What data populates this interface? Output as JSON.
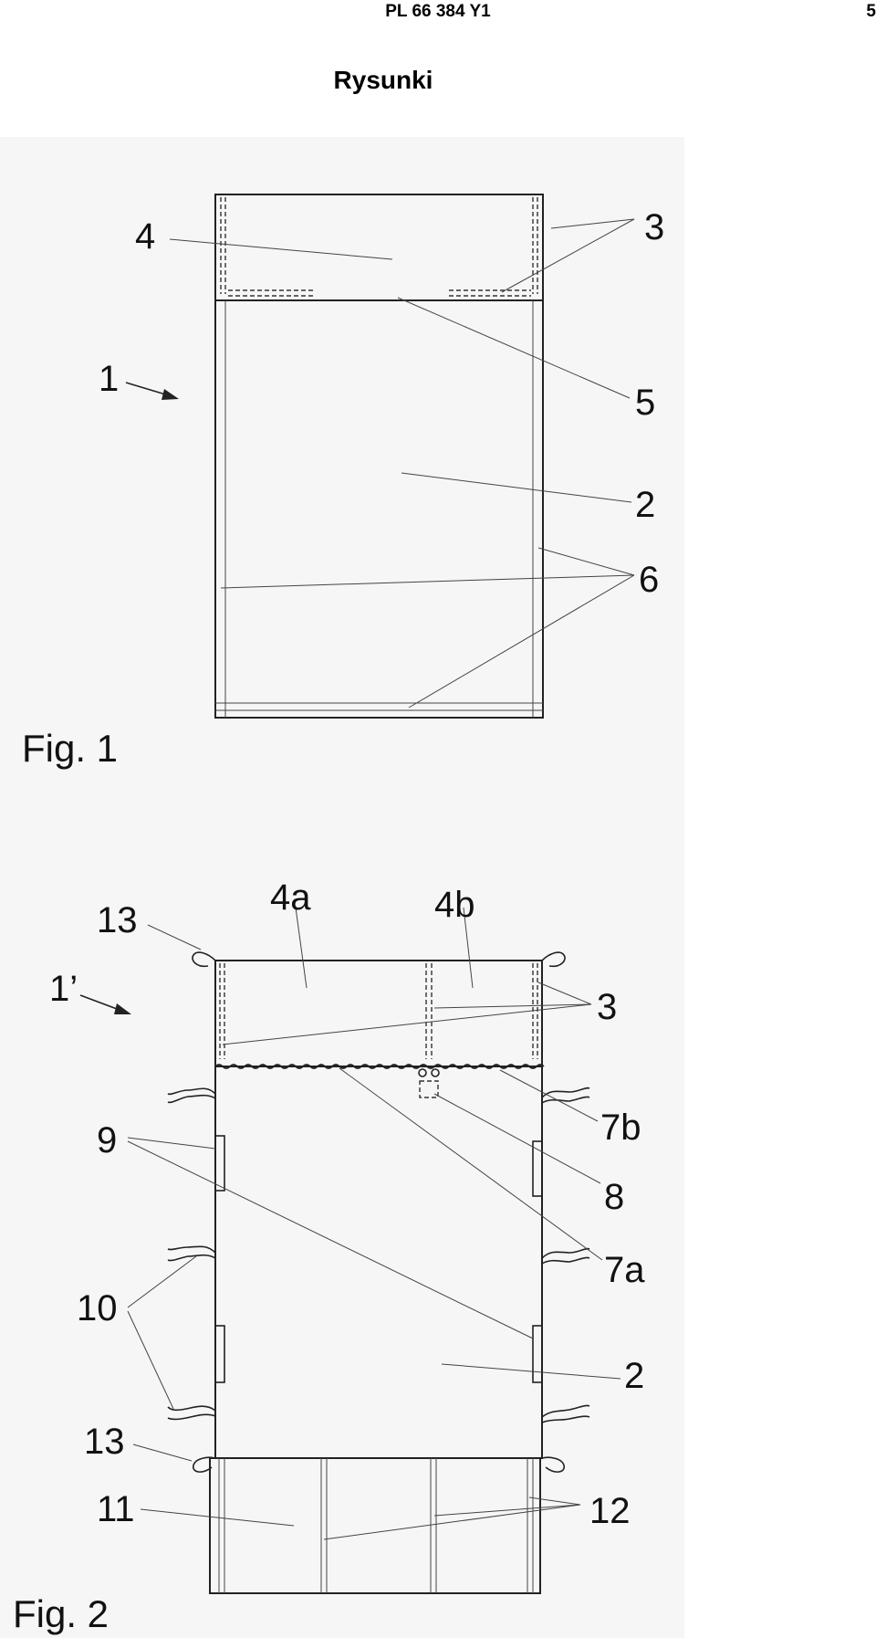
{
  "header": {
    "title": "PL 66 384 Y1",
    "page_number": "5"
  },
  "heading": "Rysunki",
  "figure1": {
    "caption": "Fig. 1",
    "labels": {
      "l1": "1",
      "l2": "2",
      "l3": "3",
      "l4": "4",
      "l5": "5",
      "l6": "6"
    }
  },
  "figure2": {
    "caption": "Fig. 2",
    "labels": {
      "l1p": "1’",
      "l2": "2",
      "l3": "3",
      "l4a": "4a",
      "l4b": "4b",
      "l7a": "7a",
      "l7b": "7b",
      "l8": "8",
      "l9": "9",
      "l10": "10",
      "l11": "11",
      "l12": "12",
      "l13a": "13",
      "l13b": "13"
    }
  }
}
